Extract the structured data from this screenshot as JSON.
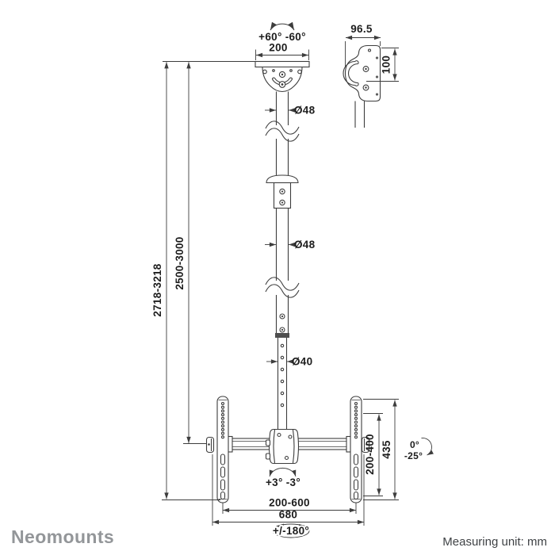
{
  "footer": {
    "brand": "Neomounts",
    "measuring_unit": "Measuring unit: mm"
  },
  "colors": {
    "background": "#ffffff",
    "line": "#3d3d3d",
    "text": "#1d1d1d",
    "brand": "#939699",
    "footer_text": "#3f4245",
    "clamp_band_fill": "#4f4f4f"
  },
  "labels": {
    "ceiling_swivel_range": "+60° -60°",
    "ceiling_plate_width_mm": "200",
    "side_profile_width_mm": "96.5",
    "side_profile_height_mm": "100",
    "upper_tube_diameter": "Ø48",
    "mid_tube_diameter": "Ø48",
    "inner_tube_diameter": "Ø40",
    "overall_height_range_mm": "2718-3218",
    "pole_height_range_mm": "2500-3000",
    "crossbar_swivel_range": "+3° -3°",
    "vesa_width_range_mm": "200-600",
    "crossbar_width_mm": "680",
    "screen_rotation_range": "+/-180°",
    "vesa_height_range_mm": "200-400",
    "bracket_height_mm": "435",
    "tilt_up": "0°",
    "tilt_down": "-25°"
  }
}
